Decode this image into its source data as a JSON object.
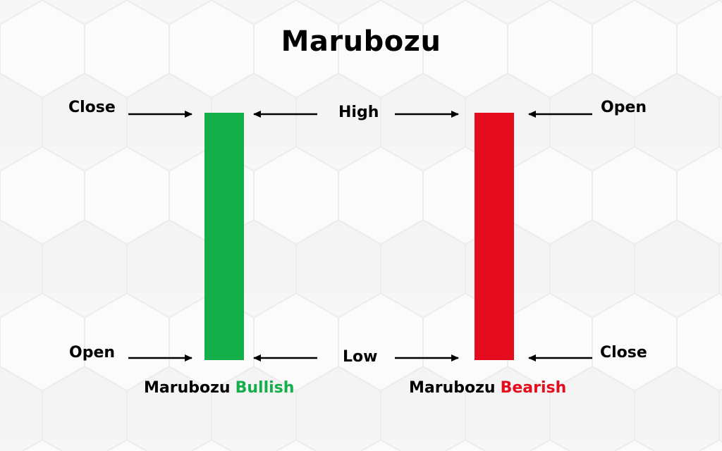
{
  "title": "Marubozu",
  "colors": {
    "bullish": "#14ae4a",
    "bearish": "#e50c1e",
    "text": "#000000",
    "background": "#f7f7f7"
  },
  "labels": {
    "bullish_top": "Close",
    "bullish_bottom": "Open",
    "center_top": "High",
    "center_bottom": "Low",
    "bearish_top": "Open",
    "bearish_bottom": "Close"
  },
  "captions": {
    "bullish_prefix": "Marubozu",
    "bullish_kind": "Bullish",
    "bearish_prefix": "Marubozu",
    "bearish_kind": "Bearish"
  }
}
